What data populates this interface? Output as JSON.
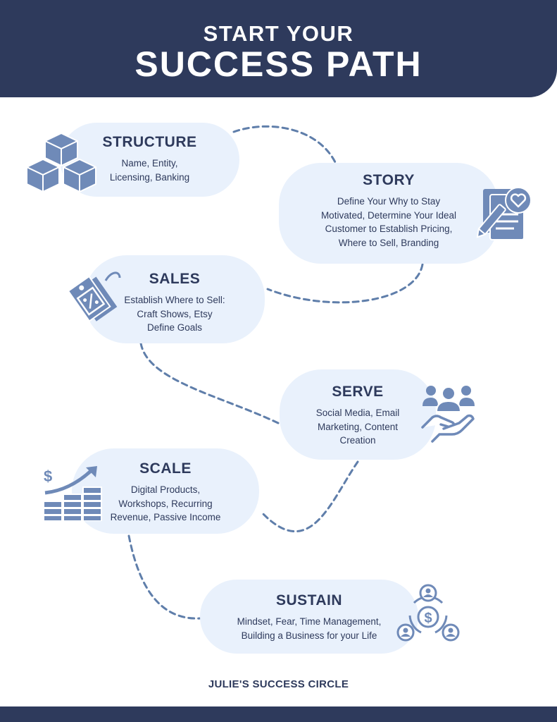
{
  "header": {
    "title_top": "START YOUR",
    "title_main": "SUCCESS PATH"
  },
  "steps": [
    {
      "title": "STRUCTURE",
      "description": "Name, Entity,\nLicensing, Banking",
      "icon": "cubes-icon"
    },
    {
      "title": "STORY",
      "description": "Define Your Why to Stay\nMotivated, Determine Your Ideal\nCustomer to Establish Pricing,\nWhere to Sell, Branding",
      "icon": "document-heart-pencil-icon"
    },
    {
      "title": "SALES",
      "description": "Establish Where to Sell:\nCraft Shows, Etsy\nDefine Goals",
      "icon": "price-tag-icon"
    },
    {
      "title": "SERVE",
      "description": "Social Media, Email\nMarketing, Content\nCreation",
      "icon": "people-hand-icon"
    },
    {
      "title": "SCALE",
      "description": "Digital Products,\nWorkshops, Recurring\nRevenue, Passive Income",
      "icon": "growth-chart-icon"
    },
    {
      "title": "SUSTAIN",
      "description": "Mindset, Fear, Time Management,\nBuilding a Business for your Life",
      "icon": "money-cycle-icon"
    }
  ],
  "footer": {
    "text": "JULIE'S SUCCESS CIRCLE"
  },
  "colors": {
    "navy": "#2e3a5c",
    "card": "#e9f1fc",
    "icon": "#6f8ab8",
    "path": "#5f7eaa"
  }
}
